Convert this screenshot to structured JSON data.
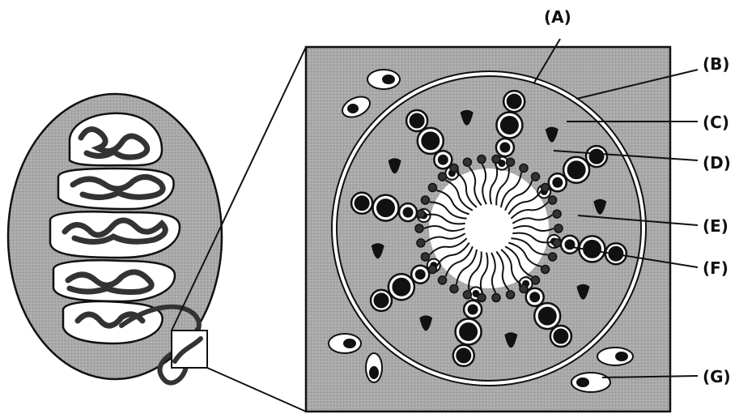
{
  "labels": {
    "A": "(A)",
    "B": "(B)",
    "C": "(C)",
    "D": "(D)",
    "E": "(E)",
    "F": "(F)",
    "G": "(G)"
  },
  "colors": {
    "tissue": "#a9a9a9",
    "background": "#ffffff",
    "ink": "#111111",
    "light_cell": "#ffffff"
  }
}
